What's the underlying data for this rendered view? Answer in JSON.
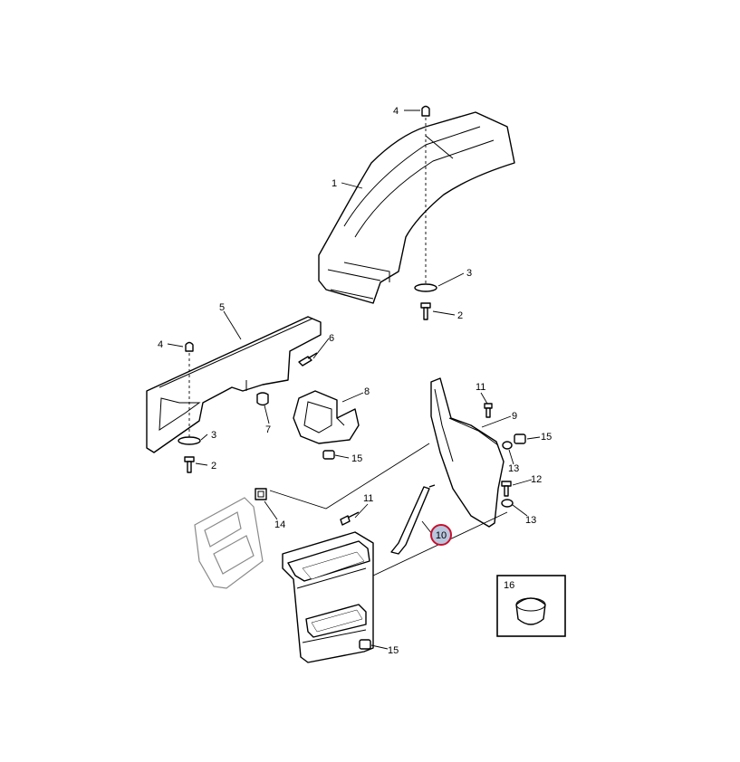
{
  "callouts": {
    "c1": "1",
    "c2a": "2",
    "c2b": "2",
    "c3a": "3",
    "c3b": "3",
    "c4a": "4",
    "c4b": "4",
    "c5": "5",
    "c6": "6",
    "c7": "7",
    "c8": "8",
    "c9": "9",
    "c10": "10",
    "c11a": "11",
    "c11b": "11",
    "c12": "12",
    "c13a": "13",
    "c13b": "13",
    "c14": "14",
    "c15a": "15",
    "c15b": "15",
    "c15c": "15",
    "c16": "16"
  },
  "highlight": {
    "callout": "10",
    "ring_color": "#c8102e",
    "fill_color": "#b9c5dc"
  }
}
